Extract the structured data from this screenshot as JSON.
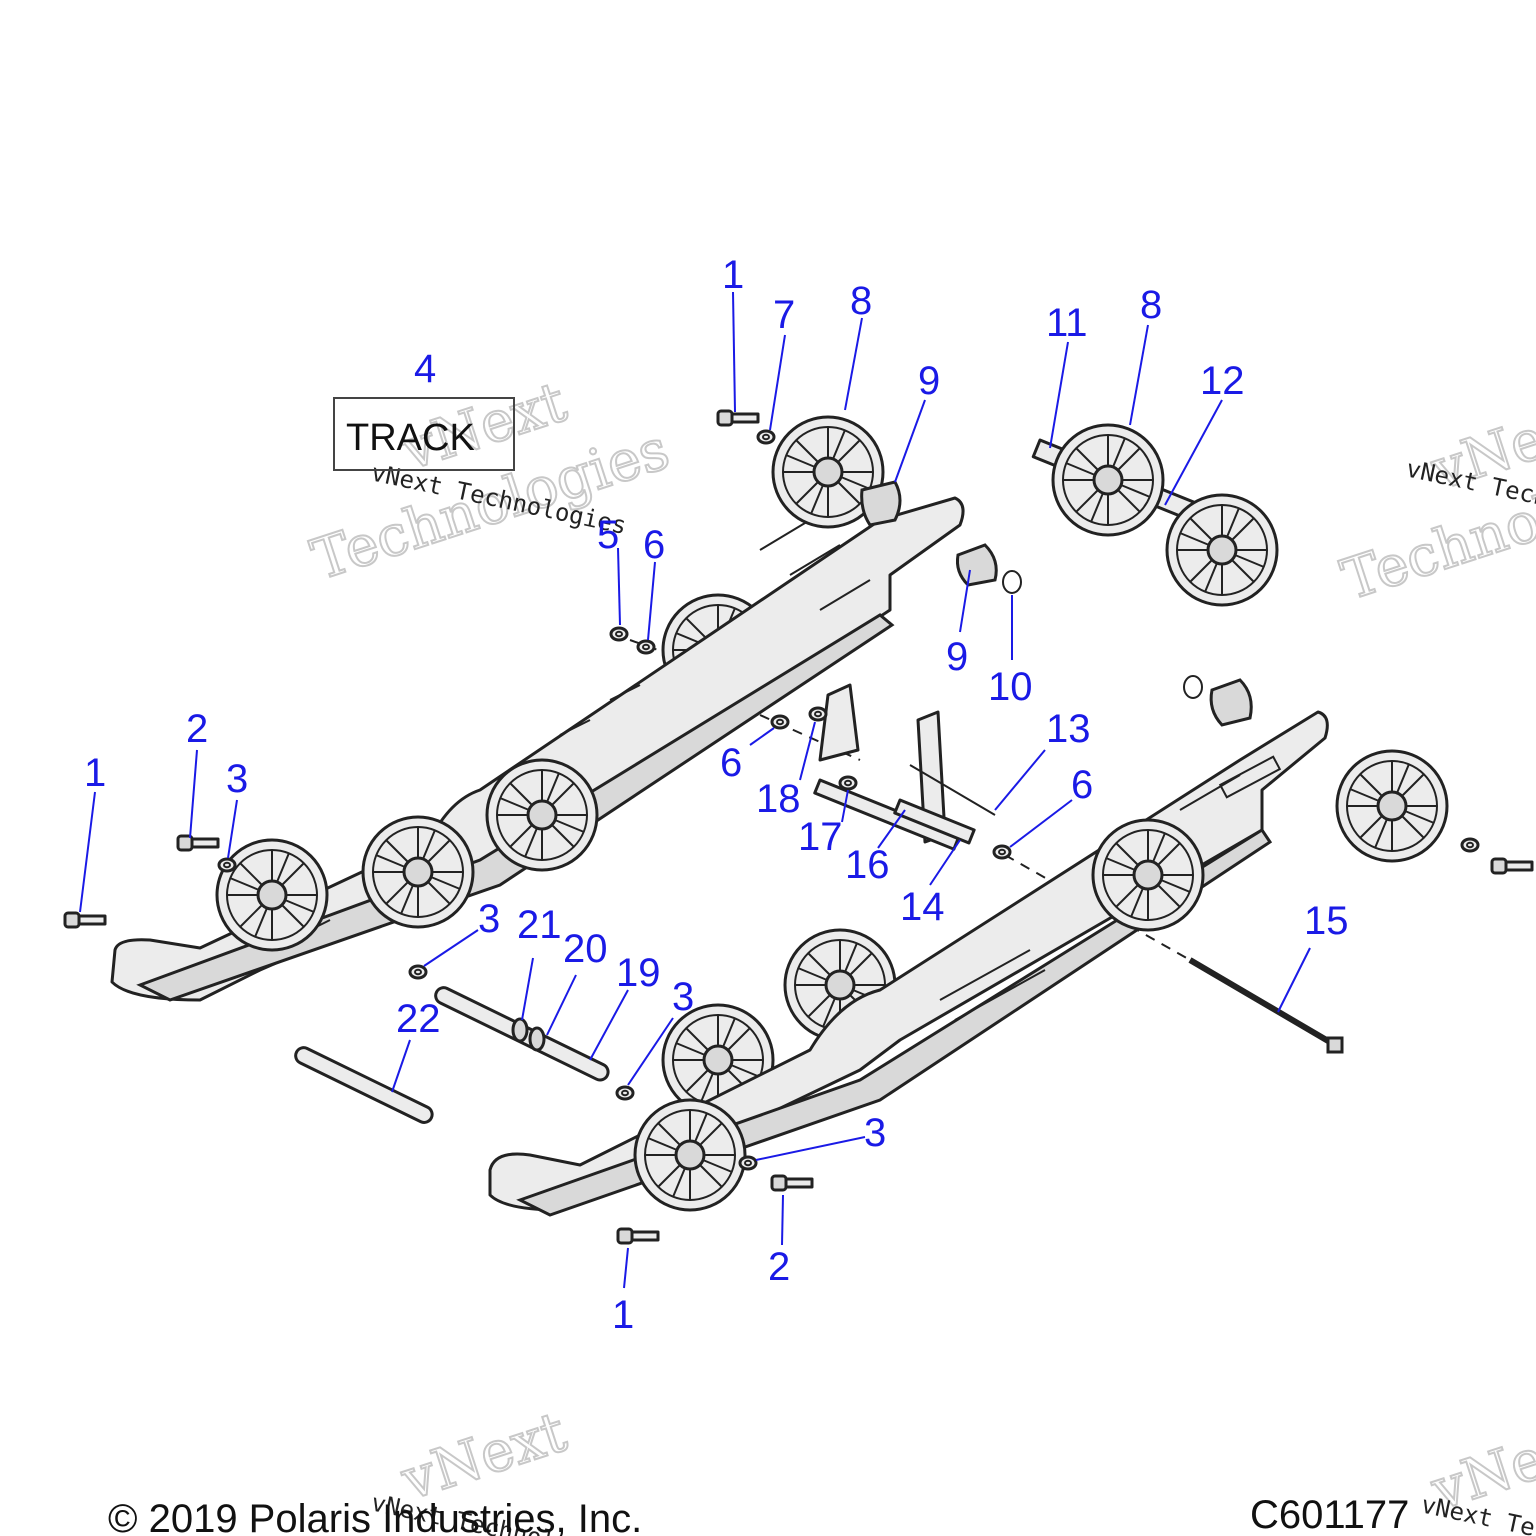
{
  "diagram": {
    "track_box_label": "TRACK",
    "copyright": "© 2019 Polaris Industries, Inc.",
    "drawing_code": "C601177",
    "watermark_line1": "vNext",
    "watermark_line2": "Technologies",
    "watermark_small": "vNext Technologies",
    "callouts": [
      {
        "id": "c1a",
        "text": "1"
      },
      {
        "id": "c7",
        "text": "7"
      },
      {
        "id": "c8a",
        "text": "8"
      },
      {
        "id": "c9a",
        "text": "9"
      },
      {
        "id": "c11",
        "text": "11"
      },
      {
        "id": "c8b",
        "text": "8"
      },
      {
        "id": "c12",
        "text": "12"
      },
      {
        "id": "c4",
        "text": "4"
      },
      {
        "id": "c5",
        "text": "5"
      },
      {
        "id": "c6a",
        "text": "6"
      },
      {
        "id": "c9b",
        "text": "9"
      },
      {
        "id": "c10",
        "text": "10"
      },
      {
        "id": "c2a",
        "text": "2"
      },
      {
        "id": "c3a",
        "text": "3"
      },
      {
        "id": "c1b",
        "text": "1"
      },
      {
        "id": "c6b",
        "text": "6"
      },
      {
        "id": "c18",
        "text": "18"
      },
      {
        "id": "c13",
        "text": "13"
      },
      {
        "id": "c6c",
        "text": "6"
      },
      {
        "id": "c17",
        "text": "17"
      },
      {
        "id": "c16",
        "text": "16"
      },
      {
        "id": "c14",
        "text": "14"
      },
      {
        "id": "c3b",
        "text": "3"
      },
      {
        "id": "c21",
        "text": "21"
      },
      {
        "id": "c20",
        "text": "20"
      },
      {
        "id": "c19",
        "text": "19"
      },
      {
        "id": "c3c",
        "text": "3"
      },
      {
        "id": "c22",
        "text": "22"
      },
      {
        "id": "c15",
        "text": "15"
      },
      {
        "id": "c3d",
        "text": "3"
      },
      {
        "id": "c2b",
        "text": "2"
      },
      {
        "id": "c1c",
        "text": "1"
      }
    ]
  }
}
